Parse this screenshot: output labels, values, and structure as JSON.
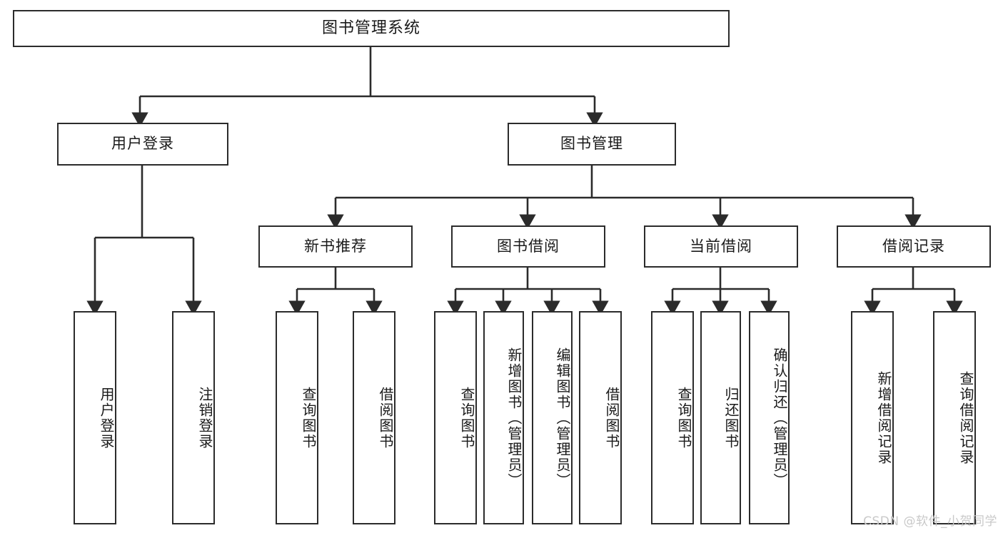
{
  "diagram": {
    "title": "图书管理系统",
    "type": "hierarchy-tree",
    "root": {
      "id": "root",
      "label": "图书管理系统"
    },
    "level2": [
      {
        "id": "user-login",
        "label": "用户登录"
      },
      {
        "id": "book-manage",
        "label": "图书管理"
      }
    ],
    "level3": [
      {
        "id": "new-book-recommend",
        "label": "新书推荐"
      },
      {
        "id": "book-borrow",
        "label": "图书借阅"
      },
      {
        "id": "current-borrow",
        "label": "当前借阅"
      },
      {
        "id": "borrow-record",
        "label": "借阅记录"
      }
    ],
    "leaves": [
      {
        "id": "leaf-user-login",
        "label": "用户登录",
        "parent": "user-login"
      },
      {
        "id": "leaf-logout-login",
        "label": "注销登录",
        "parent": "user-login"
      },
      {
        "id": "leaf-query-book-1",
        "label": "查询图书",
        "parent": "new-book-recommend"
      },
      {
        "id": "leaf-borrow-book-1",
        "label": "借阅图书",
        "parent": "new-book-recommend"
      },
      {
        "id": "leaf-query-book-2",
        "label": "查询图书",
        "parent": "book-borrow"
      },
      {
        "id": "leaf-add-book",
        "label": "新增图书（管理员）",
        "parent": "book-borrow"
      },
      {
        "id": "leaf-edit-book",
        "label": "编辑图书（管理员）",
        "parent": "book-borrow"
      },
      {
        "id": "leaf-borrow-book-2",
        "label": "借阅图书",
        "parent": "book-borrow"
      },
      {
        "id": "leaf-query-book-3",
        "label": "查询图书",
        "parent": "current-borrow"
      },
      {
        "id": "leaf-return-book",
        "label": "归还图书",
        "parent": "current-borrow"
      },
      {
        "id": "leaf-confirm-return",
        "label": "确认归还（管理员）",
        "parent": "current-borrow"
      },
      {
        "id": "leaf-add-record",
        "label": "新增借阅记录",
        "parent": "borrow-record"
      },
      {
        "id": "leaf-query-record",
        "label": "查询借阅记录",
        "parent": "borrow-record"
      }
    ],
    "watermark": "CSDN @软件_小贺同学",
    "colors": {
      "stroke": "#2b2b2b",
      "background": "#ffffff",
      "text": "#1a1a1a",
      "watermark": "#c9c9c9"
    }
  }
}
